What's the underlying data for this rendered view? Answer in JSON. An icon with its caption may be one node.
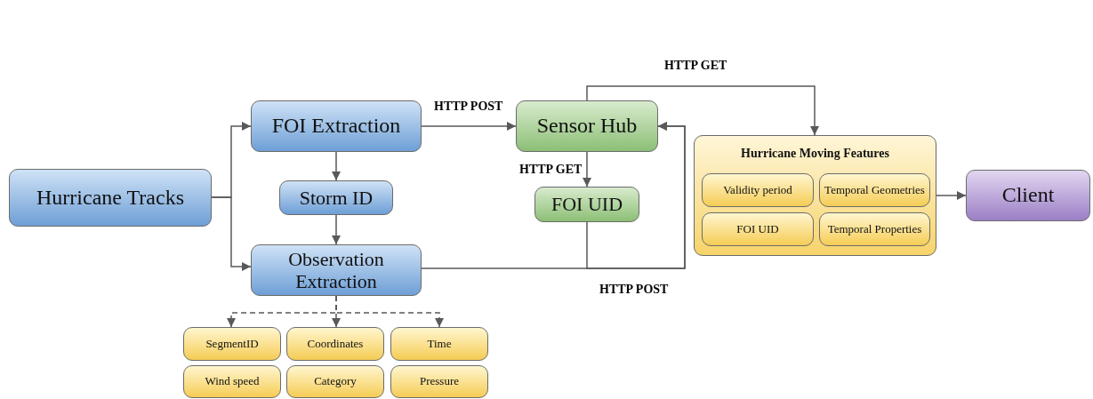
{
  "diagram": {
    "nodes": [
      {
        "text": [
          "Hurricane Tracks"
        ]
      },
      {
        "text": [
          "FOI Extraction"
        ]
      },
      {
        "text": [
          "Storm ID"
        ]
      },
      {
        "text": [
          "Observation Extraction"
        ]
      },
      {
        "text": [
          "Sensor Hub"
        ]
      },
      {
        "text": [
          "FOI UID"
        ]
      },
      {
        "text": [
          "Hurricane Moving Features"
        ]
      },
      {
        "text": [
          "Validity period"
        ],
        "in": 6
      },
      {
        "text": [
          "Temporal Geometries"
        ],
        "in": 6
      },
      {
        "text": [
          "FOI UID"
        ],
        "in": 6
      },
      {
        "text": [
          "Temporal Properties"
        ],
        "in": 6
      },
      {
        "text": [
          "Client"
        ]
      },
      {
        "text": [
          "SegmentID"
        ]
      },
      {
        "text": [
          "Coordinates"
        ]
      },
      {
        "text": [
          "Time"
        ]
      },
      {
        "text": [
          "Wind speed"
        ]
      },
      {
        "text": [
          "Category"
        ]
      },
      {
        "text": [
          "Pressure"
        ]
      }
    ],
    "edges": [
      {
        "from": 0,
        "to": 1,
        "arrow": "to"
      },
      {
        "from": 0,
        "to": 3,
        "arrow": "to"
      },
      {
        "from": 1,
        "to": 4,
        "arrow": "to",
        "label": "HTTP POST"
      },
      {
        "from": 1,
        "to": 2,
        "arrow": "to"
      },
      {
        "from": 2,
        "to": 3,
        "arrow": "to"
      },
      {
        "from": 4,
        "to": 5,
        "arrow": "to",
        "label": "HTTP GET"
      },
      {
        "from": 3,
        "to": 4,
        "arrow": "to",
        "label": "HTTP POST"
      },
      {
        "from": 5,
        "to": 4,
        "arrow": "to"
      },
      {
        "from": 4,
        "to": 6,
        "arrow": "to",
        "label": "HTTP GET"
      },
      {
        "from": 6,
        "to": 11,
        "arrow": "to"
      },
      {
        "from": 3,
        "to": 12,
        "arrow": "to",
        "style": "dashed"
      },
      {
        "from": 3,
        "to": 13,
        "arrow": "to",
        "style": "dashed"
      },
      {
        "from": 3,
        "to": 14,
        "arrow": "to",
        "style": "dashed"
      }
    ]
  }
}
